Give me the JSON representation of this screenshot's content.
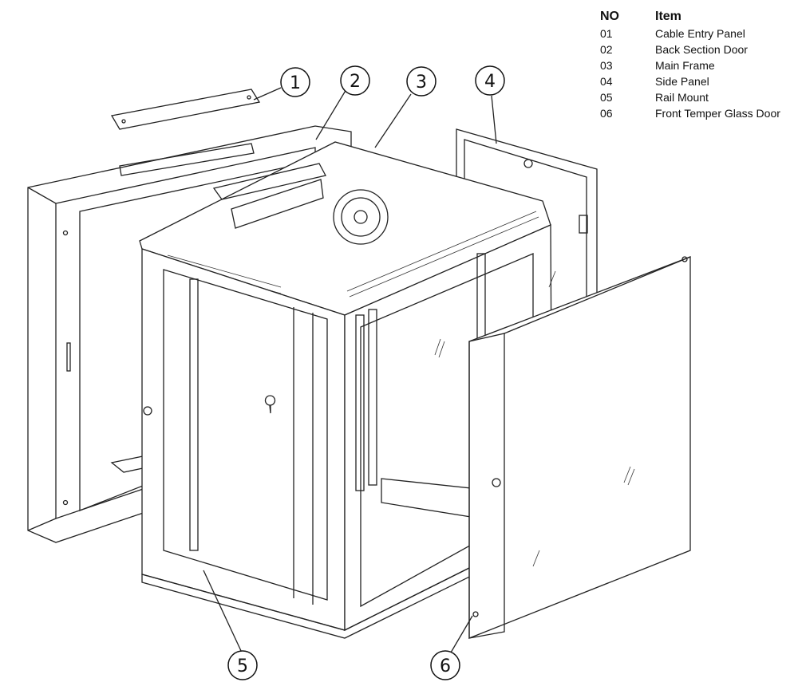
{
  "legend": {
    "header_no": "NO",
    "header_item": "Item",
    "rows": [
      {
        "no": "01",
        "item": "Cable Entry Panel"
      },
      {
        "no": "02",
        "item": "Back Section Door"
      },
      {
        "no": "03",
        "item": "Main Frame"
      },
      {
        "no": "04",
        "item": "Side Panel"
      },
      {
        "no": "05",
        "item": "Rail Mount"
      },
      {
        "no": "06",
        "item": "Front Temper Glass Door"
      }
    ]
  },
  "callouts": [
    "1",
    "2",
    "3",
    "4",
    "5",
    "6"
  ]
}
